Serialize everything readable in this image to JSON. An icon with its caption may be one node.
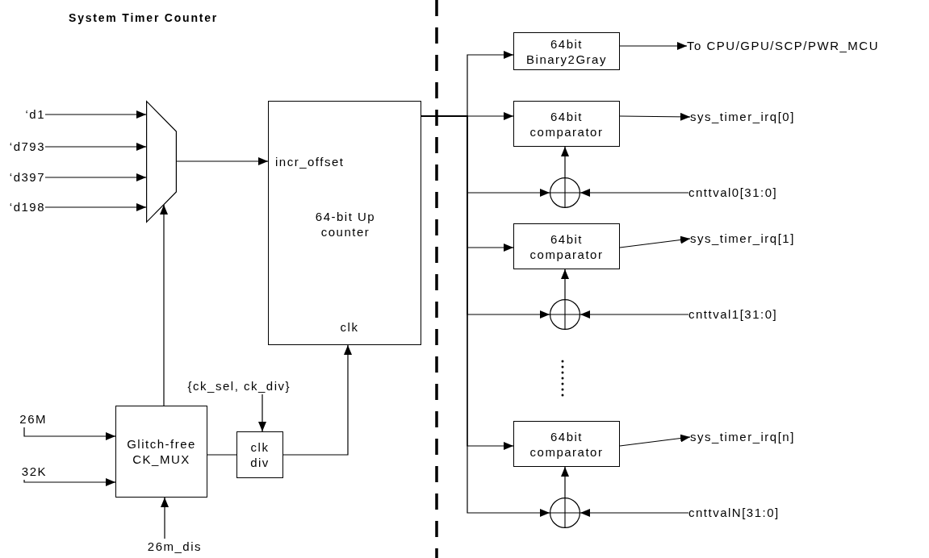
{
  "diagram": {
    "title": "System Timer Counter",
    "nodes": [
      {
        "text": [
          "‘d1"
        ]
      },
      {
        "text": [
          "‘d793"
        ]
      },
      {
        "text": [
          "‘d397"
        ]
      },
      {
        "text": [
          "‘d198"
        ]
      },
      {
        "text": [],
        "shape": "trapezoid"
      },
      {
        "text": [
          "incr_offset",
          "64-bit Up counter",
          "clk"
        ]
      },
      {
        "text": [
          "{ck_sel, ck_div}"
        ]
      },
      {
        "text": [
          "26M"
        ]
      },
      {
        "text": [
          "32K"
        ]
      },
      {
        "text": [
          "Glitch-free CK_MUX"
        ]
      },
      {
        "text": [
          "clk div"
        ]
      },
      {
        "text": [
          "26m_dis"
        ]
      },
      {
        "text": [
          "64bit Binary2Gray"
        ]
      },
      {
        "text": [
          "To CPU/GPU/SCP/PWR_MCU"
        ]
      },
      {
        "text": [
          "64bit comparator"
        ]
      },
      {
        "text": [
          "sys_timer_irq[0]"
        ]
      },
      {
        "text": [],
        "shape": "circle"
      },
      {
        "text": [
          "cnttval0[31:0]"
        ]
      },
      {
        "text": [
          "64bit comparator"
        ]
      },
      {
        "text": [
          "sys_timer_irq[1]"
        ]
      },
      {
        "text": [],
        "shape": "circle"
      },
      {
        "text": [
          "cnttval1[31:0]"
        ]
      },
      {
        "text": [
          "64bit comparator"
        ]
      },
      {
        "text": [
          "sys_timer_irq[n]"
        ]
      },
      {
        "text": [],
        "shape": "circle"
      },
      {
        "text": [
          "cnttvalN[31:0]"
        ]
      }
    ],
    "edges": [
      {
        "from": 0,
        "to": 4,
        "arrow": "to"
      },
      {
        "from": 1,
        "to": 4,
        "arrow": "to"
      },
      {
        "from": 2,
        "to": 4,
        "arrow": "to"
      },
      {
        "from": 3,
        "to": 4,
        "arrow": "to"
      },
      {
        "from": 4,
        "to": 5,
        "arrow": "to"
      },
      {
        "from": 9,
        "to": 4,
        "arrow": "to"
      },
      {
        "from": 6,
        "to": 10,
        "arrow": "to"
      },
      {
        "from": 7,
        "to": 9,
        "arrow": "to"
      },
      {
        "from": 8,
        "to": 9,
        "arrow": "to"
      },
      {
        "from": 11,
        "to": 9,
        "arrow": "to"
      },
      {
        "from": 9,
        "to": 10,
        "arrow": "none"
      },
      {
        "from": 10,
        "to": 5,
        "arrow": "to"
      },
      {
        "from": 5,
        "to": 12,
        "arrow": "to"
      },
      {
        "from": 5,
        "to": 14,
        "arrow": "to"
      },
      {
        "from": 5,
        "to": 16,
        "arrow": "to"
      },
      {
        "from": 5,
        "to": 18,
        "arrow": "to"
      },
      {
        "from": 5,
        "to": 20,
        "arrow": "to"
      },
      {
        "from": 5,
        "to": 22,
        "arrow": "to"
      },
      {
        "from": 5,
        "to": 24,
        "arrow": "to"
      },
      {
        "from": 12,
        "to": 13,
        "arrow": "to"
      },
      {
        "from": 14,
        "to": 15,
        "arrow": "to"
      },
      {
        "from": 16,
        "to": 14,
        "arrow": "to"
      },
      {
        "from": 17,
        "to": 16,
        "arrow": "to"
      },
      {
        "from": 18,
        "to": 19,
        "arrow": "to"
      },
      {
        "from": 20,
        "to": 18,
        "arrow": "to"
      },
      {
        "from": 21,
        "to": 20,
        "arrow": "to"
      },
      {
        "from": 22,
        "to": 23,
        "arrow": "to"
      },
      {
        "from": 24,
        "to": 22,
        "arrow": "to"
      },
      {
        "from": 25,
        "to": 24,
        "arrow": "to"
      }
    ]
  }
}
